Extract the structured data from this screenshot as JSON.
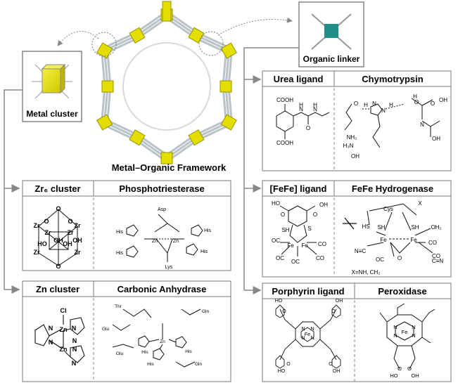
{
  "figure": {
    "center_title": "Metal–Organic Framework",
    "metal_cluster_label": "Metal cluster",
    "organic_linker_label": "Organic linker"
  },
  "panels": {
    "zr": {
      "left": "Zr₆ cluster",
      "right": "Phosphotriesterase"
    },
    "zn": {
      "left": "Zn cluster",
      "right": "Carbonic Anhydrase"
    },
    "urea": {
      "left": "Urea ligand",
      "right": "Chymotrypsin"
    },
    "fefe": {
      "left": "[FeFe] ligand",
      "right": "FeFe Hydrogenase"
    },
    "porph": {
      "left": "Porphyrin ligand",
      "right": "Peroxidase"
    }
  },
  "structure_labels": {
    "zr_cluster": [
      "Zr",
      "Zr",
      "Zr",
      "Zr",
      "Zr",
      "Zr",
      "O",
      "O",
      "O",
      "O",
      "OH",
      "OH",
      "HO",
      "OH"
    ],
    "pte": [
      "Asp",
      "His",
      "His",
      "Zn",
      "Zn",
      "His",
      "His",
      "Lys"
    ],
    "zn_cluster": [
      "Cl",
      "Zn",
      "Zn",
      "N",
      "N",
      "N",
      "N",
      "N",
      "N"
    ],
    "ca": [
      "Thr",
      "Glu",
      "Glu",
      "Zn",
      "His",
      "His",
      "His",
      "Gln",
      "Gln"
    ],
    "urea": [
      "COOH",
      "COOH",
      "N",
      "N",
      "H",
      "H",
      "O"
    ],
    "chymo": [
      "O",
      "H",
      "N",
      "N",
      "H",
      "H",
      "O",
      "NH₂",
      "H₃N",
      "OH",
      "O",
      "OH",
      "N",
      "OH"
    ],
    "fefe_lig": [
      "HO",
      "O",
      "O",
      "OH",
      "SH",
      "S",
      "Fe",
      "Fe",
      "OC",
      "OC",
      "OC",
      "CO",
      "CO"
    ],
    "hydro": [
      "X",
      "Cys",
      "HS",
      "SH",
      "SH",
      "Fe",
      "Fe",
      "OH₂",
      "CO",
      "CO",
      "N≡C",
      "C≡N",
      "OC",
      "O",
      "X=NH, CH₂"
    ],
    "porph_lig": [
      "HO",
      "O",
      "OH",
      "O",
      "N",
      "N",
      "N",
      "N",
      "Fe",
      "HO",
      "O",
      "OH",
      "O"
    ],
    "perox": [
      "N",
      "N",
      "N",
      "N",
      "Fe",
      "HO",
      "O",
      "OH",
      "O"
    ]
  },
  "colors": {
    "cube": "#e3de00",
    "linker": "#1e8f86",
    "rod": "#c8ced2",
    "arrow": "#888888"
  }
}
